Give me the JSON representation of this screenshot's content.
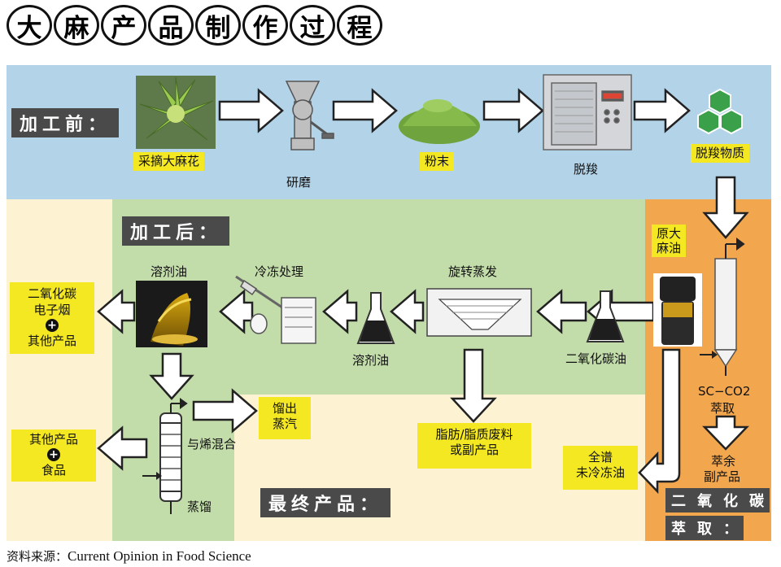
{
  "title_chars": [
    "大",
    "麻",
    "产",
    "品",
    "制",
    "作",
    "过",
    "程"
  ],
  "sections": {
    "before": "加工前：",
    "after": "加工后：",
    "final": "最终产品：",
    "co2_chars": [
      "二",
      "氧",
      "化",
      "碳",
      "萃",
      "取",
      "："
    ]
  },
  "labels": {
    "harvest": "采摘大麻花",
    "grind": "研磨",
    "powder": "粉末",
    "decarb": "脱羧",
    "decarb_material": "脱羧物质",
    "crude_oil": "原大麻油",
    "sc_co2": "SC−CO2",
    "extraction": "萃取",
    "raffinate": "萃余",
    "byproduct": "副产品",
    "full_spectrum": "全谱",
    "unfrozen_oil": "未冷冻油",
    "co2_oil": "二氧化碳油",
    "rotary_evap": "旋转蒸发",
    "solvent_oil_flask": "溶剂油",
    "freeze": "冷冻处理",
    "solvent_oil": "溶剂油",
    "ecig_1": "二氧化碳",
    "ecig_2": "电子烟",
    "other_products": "其他产品",
    "fat_1": "脂肪/脂质废料",
    "fat_2": "或副产品",
    "distill_1": "馏出",
    "distill_2": "蒸汽",
    "mix": "与烯混合",
    "distillation": "蒸馏",
    "other_2": "其他产品",
    "food": "食品"
  },
  "plus_symbol": "+",
  "source": {
    "prefix": "资料来源：",
    "name": "Current Opinion in Food Science"
  },
  "colors": {
    "before_bg": "#b3d3e8",
    "after_bg": "#c2dcaa",
    "final_bg": "#fdf3d2",
    "co2_bg": "#f2a64d",
    "label_yellow": "#f4e823",
    "tag_gray": "#4a4a4a"
  },
  "icons": [
    "cannabis-flower-icon",
    "grinder-icon",
    "powder-icon",
    "oven-icon",
    "hexagon-molecule-icon",
    "extraction-column-icon",
    "oil-bottle-icon",
    "erlenmeyer-flask-icon",
    "rotary-evaporator-icon",
    "freeze-dryer-icon",
    "oil-pour-icon",
    "distillation-column-icon"
  ]
}
